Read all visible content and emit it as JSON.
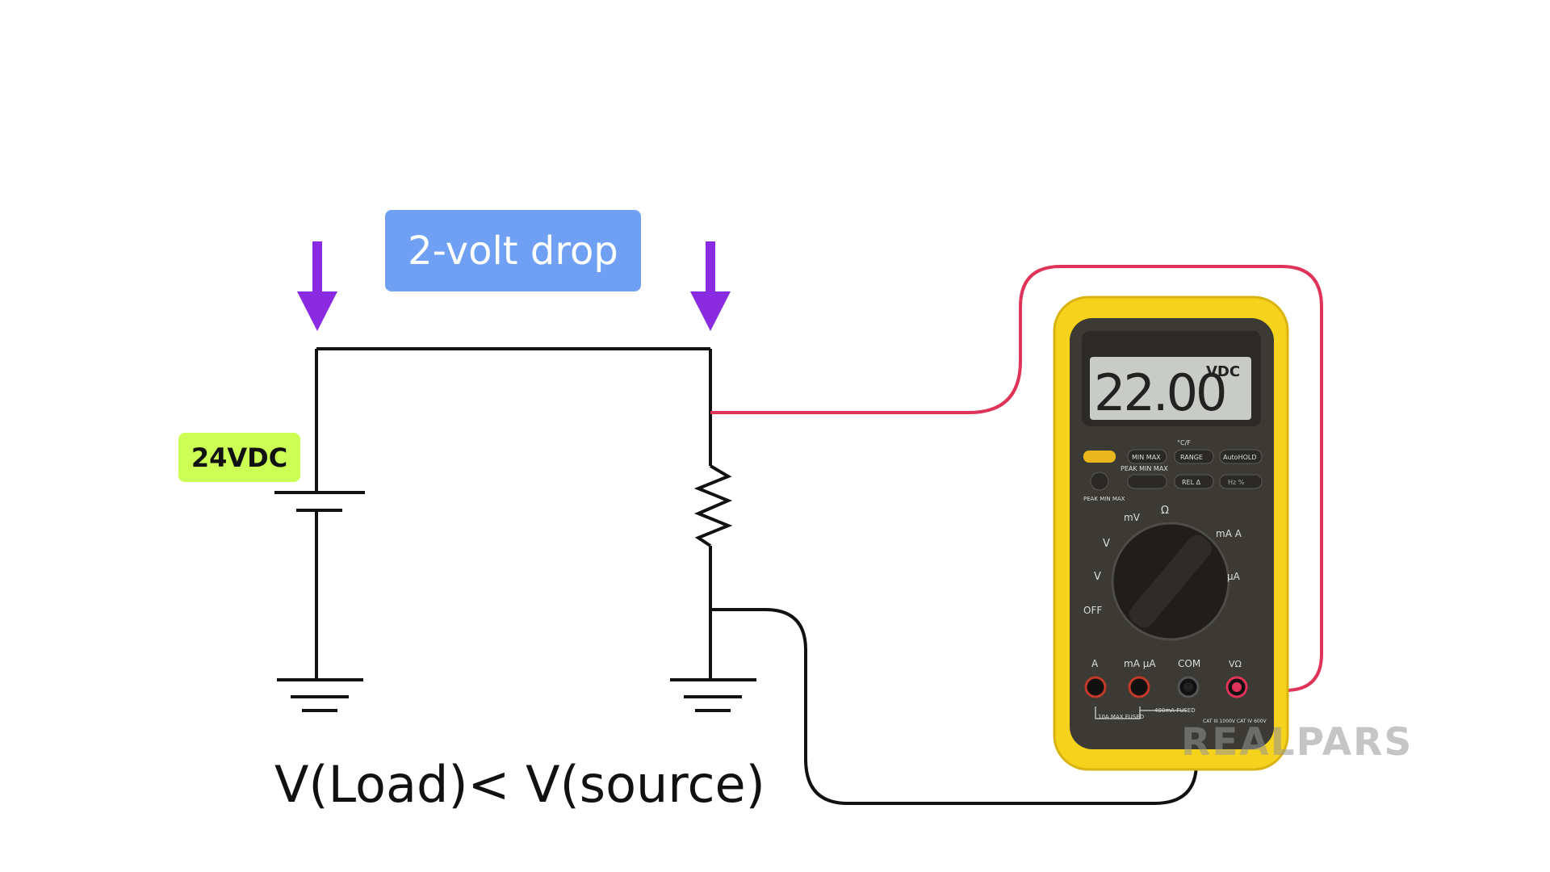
{
  "diagram": {
    "drop_label": "2-volt drop",
    "source_label": "24VDC",
    "formula": "V(Load)< V(source)",
    "watermark": "REALPARS"
  },
  "meter": {
    "display_value": "22.00",
    "display_unit": "VDC",
    "buttons": {
      "minmax": "MIN MAX",
      "range": "RANGE",
      "autohold": "AutoHOLD",
      "rel": "REL Δ",
      "hz": "Hz %",
      "cf": "°C/F",
      "peak_minmax": "PEAK MIN MAX",
      "peak_minmax_left": "PEAK MIN MAX"
    },
    "dial": {
      "off": "OFF",
      "v_ac": "V",
      "v_dc": "V",
      "mv": "mV",
      "ohm": "Ω",
      "ma_a": "mA A",
      "ua": "μA"
    },
    "jacks": {
      "a": "A",
      "ma_ua": "mA μA",
      "com": "COM",
      "v_ohm": "VΩ"
    },
    "fuse_labels": {
      "a_fuse": "10A MAX FUSED",
      "ma_fuse": "400mA FUSED",
      "cat": "CAT III 1000V CAT IV 600V"
    }
  },
  "colors": {
    "arrow": "#8a2be2",
    "red_lead": "#e0335a",
    "black_lead": "#111111",
    "meter_case": "#f5d31c",
    "meter_face": "#3b3a35",
    "lcd": "#c9cbc6"
  }
}
